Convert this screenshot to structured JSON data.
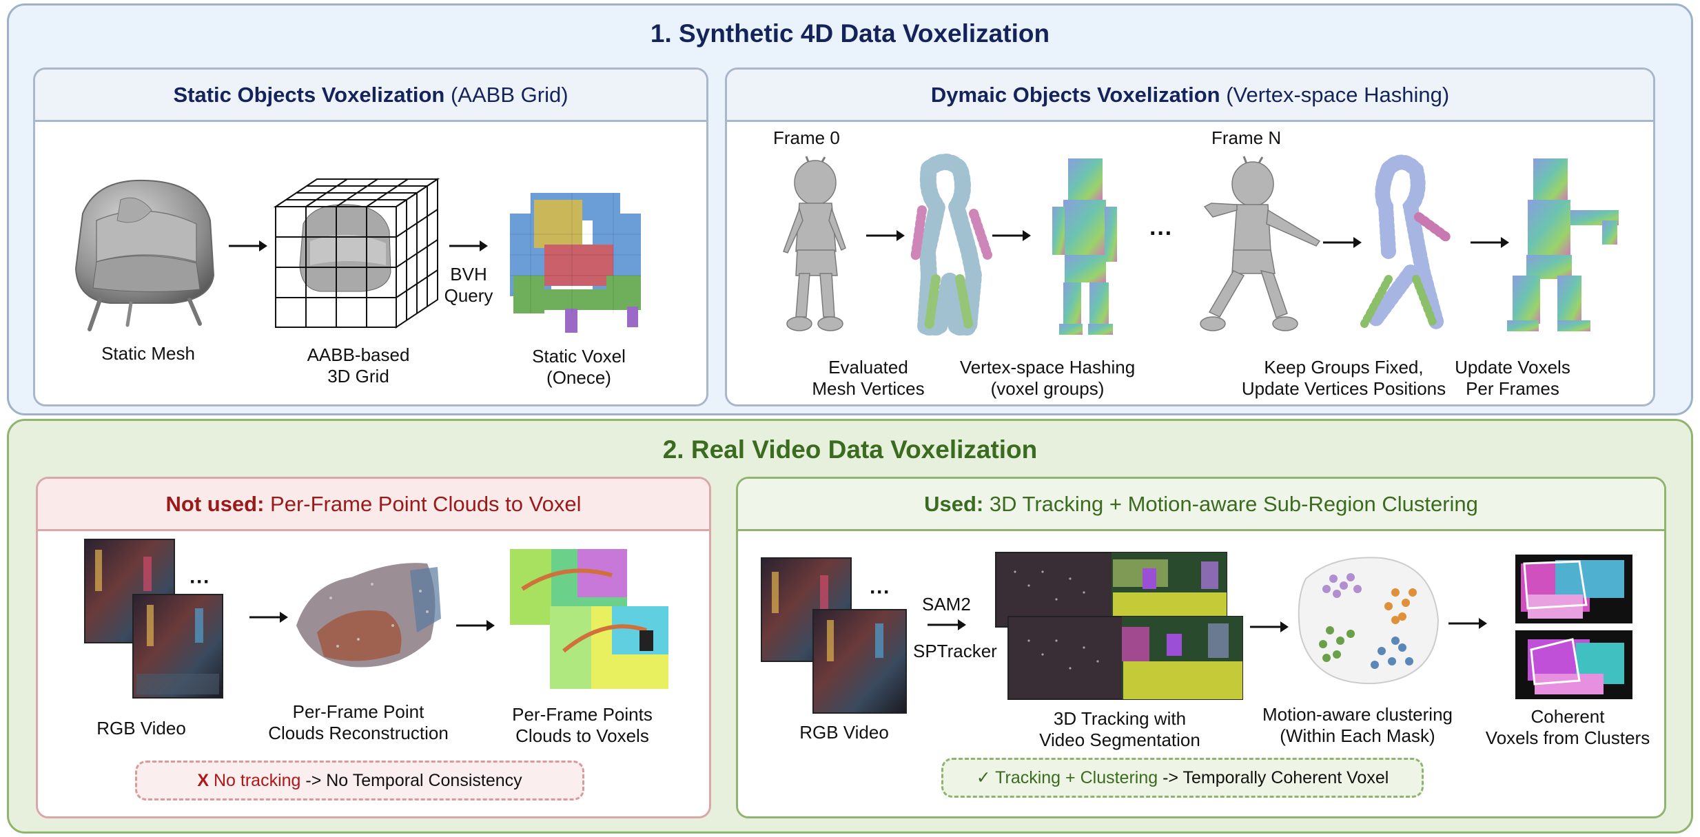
{
  "section1": {
    "title": "1. Synthetic 4D Data Voxelization",
    "static_panel": {
      "title_bold": "Static Objects Voxelization",
      "title_rest": " (AABB Grid)",
      "labels": {
        "static_mesh": "Static Mesh",
        "aabb_line1": "AABB-based",
        "aabb_line2": "3D Grid",
        "bvh_line1": "BVH",
        "bvh_line2": "Query",
        "voxel_line1": "Static Voxel",
        "voxel_line2": "(Onece)"
      }
    },
    "dynamic_panel": {
      "title_bold": "Dymaic Objects Voxelization",
      "title_rest": " (Vertex-space Hashing)",
      "labels": {
        "frame0": "Frame 0",
        "frameN": "Frame N",
        "ellipsis": "···",
        "evaluated_line1": "Evaluated",
        "evaluated_line2": "Mesh Vertices",
        "hashing_line1": "Vertex-space Hashing",
        "hashing_line2": "(voxel groups)",
        "keep_line1": "Keep Groups Fixed,",
        "keep_line2": "Update Vertices Positions",
        "update_line1": "Update Voxels",
        "update_line2": "Per Frames"
      }
    }
  },
  "section2": {
    "title": "2. Real Video Data Voxelization",
    "not_used_panel": {
      "title_bold": "Not used:",
      "title_rest": " Per-Frame Point Clouds to Voxel",
      "labels": {
        "ellipsis": "···",
        "rgb_video": "RGB Video",
        "recon_line1": "Per-Frame Point",
        "recon_line2": "Clouds Reconstruction",
        "points_line1": "Per-Frame Points",
        "points_line2": "Clouds to Voxels"
      },
      "note": {
        "mark": "X",
        "highlight": "No tracking",
        "rest": " -> No Temporal Consistency"
      }
    },
    "used_panel": {
      "title_bold": "Used:",
      "title_rest": " 3D Tracking + Motion-aware Sub-Region Clustering",
      "labels": {
        "ellipsis": "···",
        "rgb_video": "RGB Video",
        "sam2": "SAM2",
        "sptracker": "SPTracker",
        "tracking_line1": "3D Tracking with",
        "tracking_line2": "Video Segmentation",
        "cluster_line1": "Motion-aware clustering",
        "cluster_line2": "(Within Each Mask)",
        "coherent_line1": "Coherent",
        "coherent_line2": "Voxels from Clusters"
      },
      "note": {
        "mark": "✓",
        "highlight": "Tracking + Clustering",
        "rest": " -> Temporally Coherent Voxel"
      }
    }
  },
  "colors": {
    "navy": "#14235a",
    "dark_green": "#3a6b1f",
    "dark_red": "#9a1a1a",
    "sec1_bg": "#eaf3fb",
    "sec2_bg": "#e7f0dd"
  }
}
